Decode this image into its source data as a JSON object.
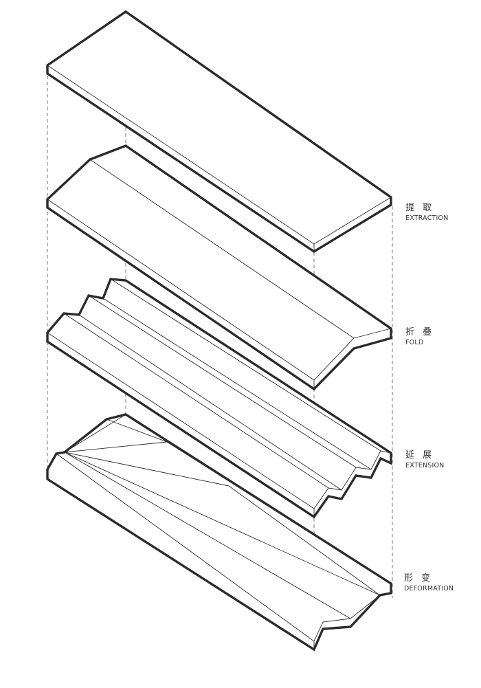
{
  "layers": [
    {
      "id": "extraction",
      "label_zh": "提 取",
      "label_en": "EXTRACTION"
    },
    {
      "id": "fold",
      "label_zh": "折 叠",
      "label_en": "FOLD"
    },
    {
      "id": "extension",
      "label_zh": "延 展",
      "label_en": "EXTENSION"
    },
    {
      "id": "deformation",
      "label_zh": "形 变",
      "label_en": "DEFORMATION"
    }
  ],
  "colors": {
    "line": "#2b2b2b",
    "dashed_guides": "#555555",
    "label_text": "#333333",
    "background": "#ffffff"
  }
}
